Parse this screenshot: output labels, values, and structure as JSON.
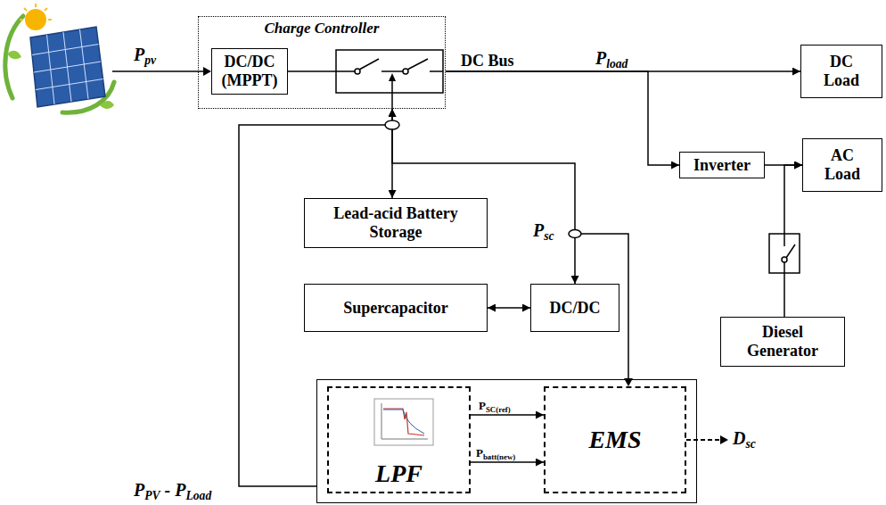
{
  "diagram": {
    "nodes": [
      {
        "text": [
          "Charge Controller"
        ]
      },
      {
        "text": [
          "DC/DC (MPPT)"
        ],
        "in": 0
      },
      {
        "text": [
          "DC Load"
        ]
      },
      {
        "text": [
          "Inverter"
        ]
      },
      {
        "text": [
          "AC Load"
        ]
      },
      {
        "text": [
          "Lead-acid Battery Storage"
        ]
      },
      {
        "text": [
          "Supercapacitor"
        ]
      },
      {
        "text": [
          "DC/DC"
        ]
      },
      {
        "text": [
          "Diesel Generator"
        ]
      },
      {
        "text": []
      },
      {
        "text": [
          "LPF"
        ],
        "in": 9
      },
      {
        "text": [
          "EMS"
        ],
        "in": 9
      }
    ],
    "edges": [
      {
        "from": 0,
        "to": 2,
        "arrow": "to"
      },
      {
        "from": 0,
        "to": 3,
        "arrow": "to"
      },
      {
        "from": 3,
        "to": 4,
        "arrow": "to"
      },
      {
        "from": 8,
        "to": 4,
        "arrow": "to"
      },
      {
        "from": 0,
        "to": 5,
        "arrow": "both"
      },
      {
        "from": 0,
        "to": 7,
        "arrow": "both"
      },
      {
        "from": 6,
        "to": 7,
        "arrow": "both"
      },
      {
        "from": 10,
        "to": 11,
        "label": "PSC(ref)",
        "arrow": "to"
      },
      {
        "from": 10,
        "to": 11,
        "label": "Pbatt(new)",
        "arrow": "to"
      }
    ],
    "labels": [
      "Ppv",
      "DC Bus",
      "Pload",
      "Psc",
      "PPV - PLoad",
      "Dsc"
    ]
  }
}
